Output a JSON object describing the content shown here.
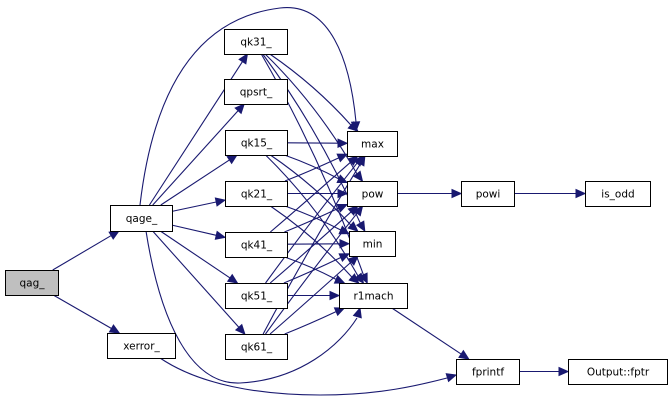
{
  "diagram": {
    "type": "call-graph",
    "root": "qag_",
    "colors": {
      "edge": "#191970",
      "root_fill": "#bfbfbf",
      "node_fill": "#ffffff",
      "border": "#000000"
    },
    "nodes": [
      {
        "id": "qag",
        "label": "qag_",
        "root": true
      },
      {
        "id": "qage",
        "label": "qage_"
      },
      {
        "id": "xerror",
        "label": "xerror_"
      },
      {
        "id": "qk31",
        "label": "qk31_"
      },
      {
        "id": "qpsrt",
        "label": "qpsrt_"
      },
      {
        "id": "qk15",
        "label": "qk15_"
      },
      {
        "id": "qk21",
        "label": "qk21_"
      },
      {
        "id": "qk41",
        "label": "qk41_"
      },
      {
        "id": "qk51",
        "label": "qk51_"
      },
      {
        "id": "qk61",
        "label": "qk61_"
      },
      {
        "id": "max",
        "label": "max"
      },
      {
        "id": "pow",
        "label": "pow"
      },
      {
        "id": "min",
        "label": "min"
      },
      {
        "id": "r1mach",
        "label": "r1mach"
      },
      {
        "id": "powi",
        "label": "powi"
      },
      {
        "id": "is_odd",
        "label": "is_odd"
      },
      {
        "id": "fprintf",
        "label": "fprintf"
      },
      {
        "id": "fptr",
        "label": "Output::fptr"
      }
    ],
    "edges": [
      [
        "qag",
        "qage"
      ],
      [
        "qag",
        "xerror"
      ],
      [
        "qage",
        "qk31"
      ],
      [
        "qage",
        "qpsrt"
      ],
      [
        "qage",
        "qk15"
      ],
      [
        "qage",
        "qk21"
      ],
      [
        "qage",
        "qk41"
      ],
      [
        "qage",
        "qk51"
      ],
      [
        "qage",
        "qk61"
      ],
      [
        "qage",
        "max"
      ],
      [
        "qage",
        "r1mach"
      ],
      [
        "qk31",
        "max"
      ],
      [
        "qk31",
        "pow"
      ],
      [
        "qk31",
        "min"
      ],
      [
        "qk31",
        "r1mach"
      ],
      [
        "qk15",
        "max"
      ],
      [
        "qk15",
        "pow"
      ],
      [
        "qk15",
        "min"
      ],
      [
        "qk15",
        "r1mach"
      ],
      [
        "qk21",
        "max"
      ],
      [
        "qk21",
        "pow"
      ],
      [
        "qk21",
        "min"
      ],
      [
        "qk21",
        "r1mach"
      ],
      [
        "qk41",
        "max"
      ],
      [
        "qk41",
        "pow"
      ],
      [
        "qk41",
        "min"
      ],
      [
        "qk41",
        "r1mach"
      ],
      [
        "qk51",
        "max"
      ],
      [
        "qk51",
        "pow"
      ],
      [
        "qk51",
        "min"
      ],
      [
        "qk51",
        "r1mach"
      ],
      [
        "qk61",
        "max"
      ],
      [
        "qk61",
        "pow"
      ],
      [
        "qk61",
        "min"
      ],
      [
        "qk61",
        "r1mach"
      ],
      [
        "pow",
        "powi"
      ],
      [
        "powi",
        "is_odd"
      ],
      [
        "r1mach",
        "fprintf"
      ],
      [
        "xerror",
        "fprintf"
      ],
      [
        "fprintf",
        "fptr"
      ]
    ]
  }
}
